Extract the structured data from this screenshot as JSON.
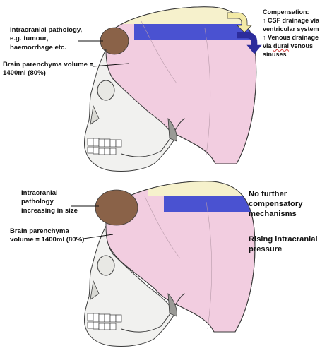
{
  "colors": {
    "brain": "#f2cde0",
    "csf": "#f6f1cc",
    "venous": "#4a52d1",
    "lesion": "#8a6248",
    "bone": "#f1f1ef",
    "outline": "#3a3a3a",
    "arrow_yellow": "#f3eaa6",
    "arrow_blue": "#2c2c9c"
  },
  "top_panel": {
    "pathology_label": {
      "lines": [
        "Intracranial pathology,",
        "e.g. tumour,",
        "haemorrhage etc."
      ]
    },
    "volume_label": {
      "lines": [
        "Brain parenchyma volume =",
        "1400ml (80%)"
      ]
    },
    "compensation": {
      "title": "Compensation:",
      "line1": "↑ CSF drainage via",
      "line2": "ventricular system",
      "line3": "↑ Venous drainage",
      "line4a": "via ",
      "line4b": "dural",
      "line4c": " venous",
      "line5": "sinuses"
    }
  },
  "bottom_panel": {
    "pathology_label": {
      "lines": [
        "Intracranial",
        "pathology",
        "increasing in size"
      ]
    },
    "volume_label": {
      "lines": [
        "Brain parenchyma",
        "volume = 1400ml (80%)"
      ]
    },
    "status_lines": [
      [
        "No further",
        "compensatory",
        "mechanisms"
      ],
      [
        "Rising intracranial",
        "pressure"
      ]
    ]
  }
}
